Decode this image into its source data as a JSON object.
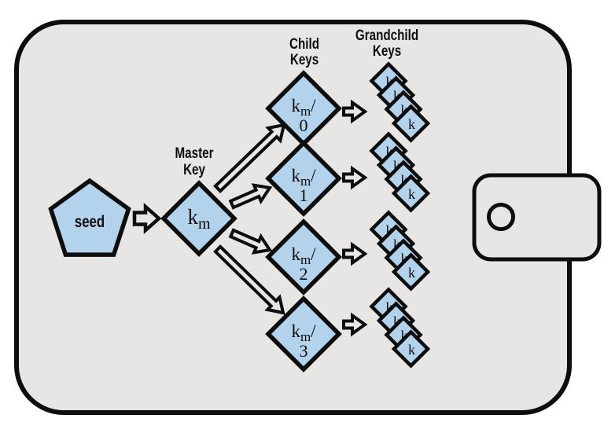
{
  "labels": {
    "seed": "seed",
    "master": {
      "line1": "Master",
      "line2": "Key"
    },
    "child_header": {
      "line1": "Child",
      "line2": "Keys"
    },
    "grandchild_header": {
      "line1": "Grandchild",
      "line2": "Keys"
    }
  },
  "master_key": {
    "base": "k",
    "sub": "m"
  },
  "child_keys": [
    {
      "base": "k",
      "sub": "m",
      "slash": "/",
      "index": "0"
    },
    {
      "base": "k",
      "sub": "m",
      "slash": "/",
      "index": "1"
    },
    {
      "base": "k",
      "sub": "m",
      "slash": "/",
      "index": "2"
    },
    {
      "base": "k",
      "sub": "m",
      "slash": "/",
      "index": "3"
    }
  ],
  "grandchild_keys": {
    "label": "k",
    "stack_count": 4,
    "keys_per_stack": 4
  },
  "colors": {
    "key_fill": "#b3d2ec",
    "wallet_fill": "#e7e6e5",
    "outline": "#0d0d0d",
    "page_bg": "#ffffff"
  }
}
